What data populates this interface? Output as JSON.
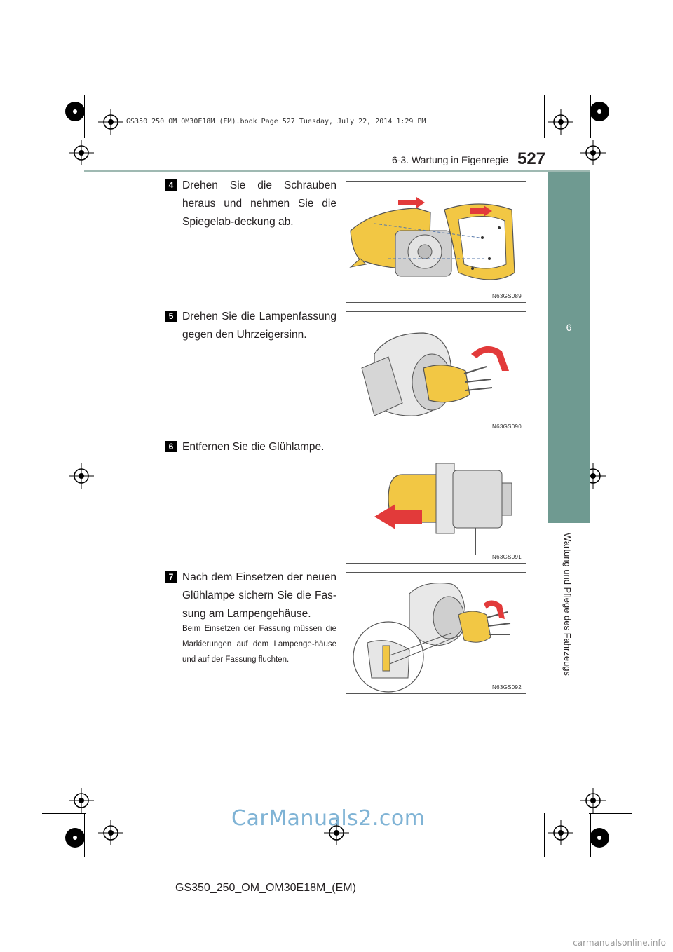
{
  "header": {
    "book_line": "GS350_250_OM_OM30E18M_(EM).book  Page 527  Tuesday, July 22, 2014  1:29 PM",
    "section": "6-3. Wartung in Eigenregie",
    "page_number": "527",
    "accent_color": "#6f9a91"
  },
  "side_tab": {
    "number": "6",
    "label": "Wartung und Pflege des Fahrzeugs"
  },
  "steps": [
    {
      "num": "4",
      "text": "Drehen Sie die Schrauben heraus und nehmen Sie die Spiegelab-deckung ab.",
      "figure_code": "IN63GS089"
    },
    {
      "num": "5",
      "text": "Drehen Sie die Lampenfassung gegen den Uhrzeigersinn.",
      "figure_code": "IN63GS090"
    },
    {
      "num": "6",
      "text": "Entfernen Sie die Glühlampe.",
      "figure_code": "IN63GS091"
    },
    {
      "num": "7",
      "text": "Nach dem Einsetzen der neuen Glühlampe sichern Sie die Fas-sung am Lampengehäuse.",
      "note": "Beim Einsetzen der Fassung müssen die Markierungen auf dem Lampenge-häuse und auf der Fassung fluchten.",
      "figure_code": "IN63GS092"
    }
  ],
  "footer": {
    "doc_code": "GS350_250_OM_OM30E18M_(EM)",
    "watermark": "CarManuals2.com",
    "watermark2": "carmanualsonline.info"
  }
}
